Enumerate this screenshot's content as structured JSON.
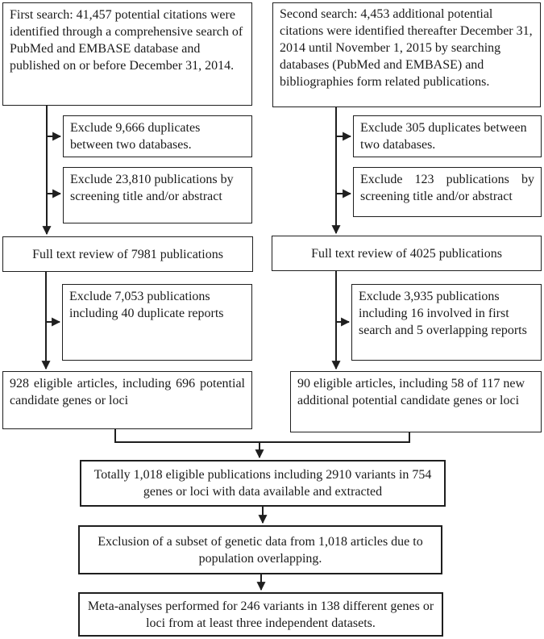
{
  "figure": {
    "type": "flowchart",
    "colors": {
      "border": "#1f1f1f",
      "background": "#ffffff",
      "text": "#1a1a1a"
    },
    "left_column": {
      "search_box": "First search: 41,457 potential citations were identified through a comprehensive search of PubMed and EMBASE database and published on or before December 31, 2014.",
      "exclude_duplicates": "Exclude 9,666 duplicates between two databases.",
      "exclude_screening": "Exclude 23,810 publications by screening title and/or abstract",
      "full_text_review": "Full text review of 7981 publications",
      "exclude_full_text": "Exclude 7,053 publications including 40 duplicate reports",
      "eligible": "928 eligible articles, including 696 potential candidate genes or loci"
    },
    "right_column": {
      "search_box": "Second search: 4,453 additional potential citations were identified thereafter December 31, 2014 until November 1, 2015 by searching databases (PubMed and EMBASE) and bibliographies form related publications.",
      "exclude_duplicates": "Exclude 305 duplicates between two databases.",
      "exclude_screening": "Exclude 123 publications by screening title and/or abstract",
      "full_text_review": "Full text review of 4025 publications",
      "exclude_full_text": "Exclude 3,935 publications including 16 involved in first search and 5 overlapping reports",
      "eligible": "90 eligible articles, including 58 of 117 new additional potential candidate genes or loci"
    },
    "merged": {
      "totally": "Totally 1,018 eligible publications including 2910 variants in 754 genes or loci with data available and extracted",
      "exclusion": "Exclusion of a subset of genetic data from 1,018 articles due to population overlapping.",
      "meta_analyses": "Meta-analyses performed for 246 variants in 138 different genes or loci from at least three independent datasets."
    }
  }
}
